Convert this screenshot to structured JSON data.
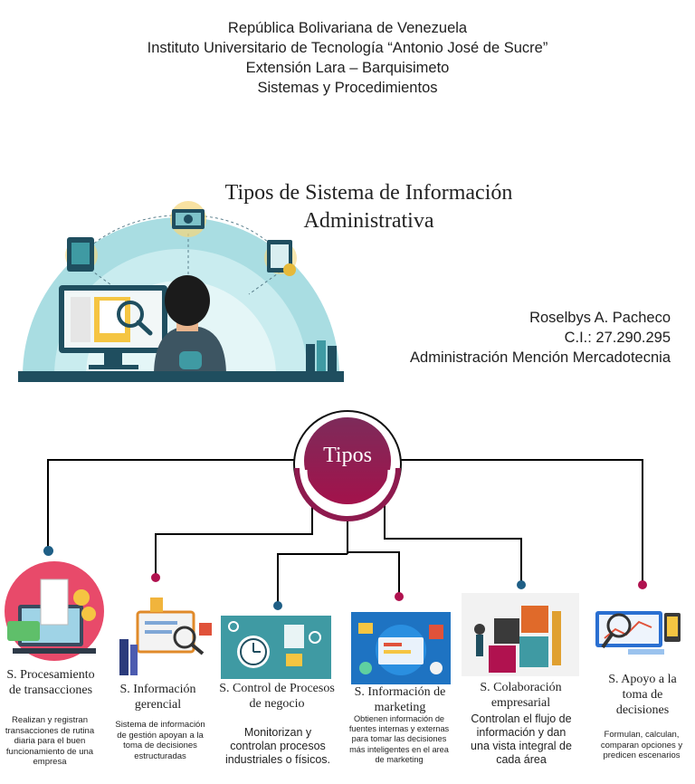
{
  "header": {
    "line1": "República Bolivariana de Venezuela",
    "line2": "Instituto Universitario de Tecnología “Antonio José de Sucre”",
    "line3": "Extensión Lara – Barquisimeto",
    "line4": "Sistemas y Procedimientos"
  },
  "title": {
    "line1": "Tipos de Sistema de Información",
    "line2": "Administrativa"
  },
  "author": {
    "name": "Roselbys A. Pacheco",
    "id": "C.I.: 27.290.295",
    "career": "Administración Mención Mercadotecnia"
  },
  "hub": {
    "label": "Tipos"
  },
  "types": [
    {
      "title": "S. Procesamiento de transacciones",
      "desc": "Realizan y registran transacciones de rutina diaria para el buen funcionamiento de una empresa"
    },
    {
      "title": "S. Información gerencial",
      "desc": "Sistema de información de gestión apoyan a la toma de decisiones estructuradas"
    },
    {
      "title": "S. Control de Procesos de negocio",
      "desc": "Monitorizan y controlan procesos industriales o físicos."
    },
    {
      "title": "S. Información de marketing",
      "desc": "Obtienen información de fuentes internas y externas para tomar las decisiones más inteligentes en el area de marketing"
    },
    {
      "title": "S. Colaboración empresarial",
      "desc": "Controlan el flujo de información y dan una vista integral de cada área"
    },
    {
      "title": "S. Apoyo a la toma de decisiones",
      "desc": "Formulan, calculan, comparan opciones y predicen escenarios"
    }
  ],
  "colors": {
    "accent": "#8e1a4e",
    "dot_blue": "#1f5f86",
    "dot_magenta": "#b0124f",
    "teal": "#3f9aa3"
  }
}
